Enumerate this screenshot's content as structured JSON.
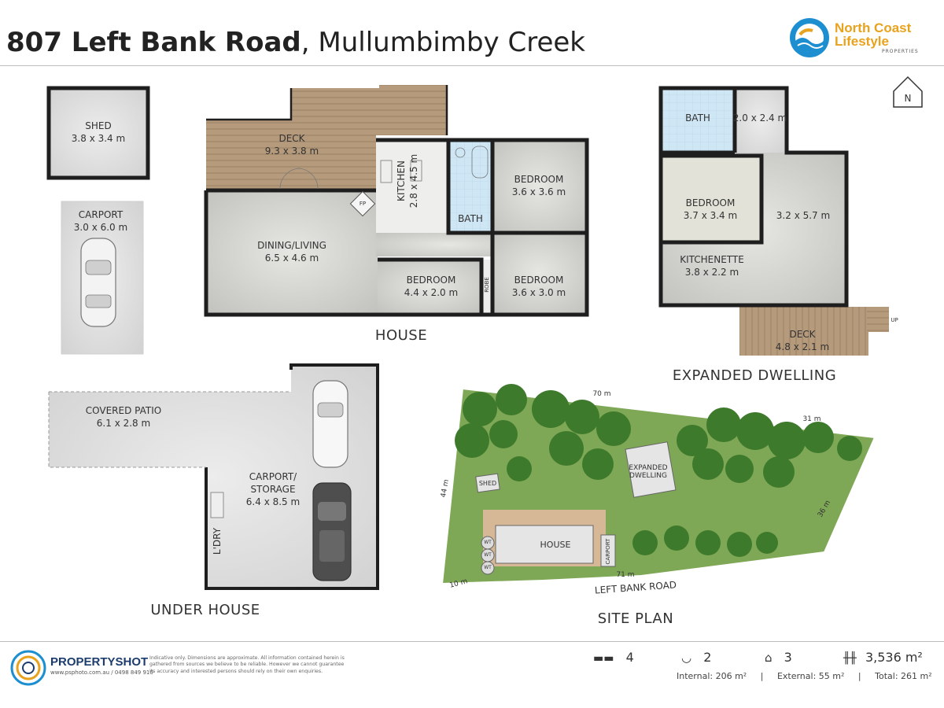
{
  "header": {
    "address_bold": "807 Left Bank Road",
    "address_light": ", Mullumbimby Creek",
    "agency_line1": "North Coast",
    "agency_line2": "Lifestyle",
    "agency_line3": "PROPERTIES",
    "north_label": "N"
  },
  "colors": {
    "floor": "#d6d6d3",
    "deck": "#b59a7c",
    "wall": "#1e1e1e",
    "bath_tile": "#cfe6f4",
    "grass": "#7ea756",
    "trees": "#3e7a2c",
    "brand_orange": "#e8a21d",
    "brand_blue": "#1d8fd1"
  },
  "house": {
    "section_label": "HOUSE",
    "rooms": [
      {
        "name": "DECK",
        "size": "9.3 x 3.8 m"
      },
      {
        "name": "KITCHEN",
        "size": "2.8 x 4.5 m"
      },
      {
        "name": "BATH",
        "size": ""
      },
      {
        "name": "BEDROOM",
        "size": "3.6 x 3.6 m"
      },
      {
        "name": "DINING/LIVING",
        "size": "6.5 x 4.6 m"
      },
      {
        "name": "BEDROOM",
        "size": "4.4 x 2.0 m"
      },
      {
        "name": "BEDROOM",
        "size": "3.6 x 3.0 m"
      },
      {
        "name": "ROBE",
        "size": ""
      },
      {
        "name": "FP",
        "size": ""
      }
    ]
  },
  "outbuildings": [
    {
      "name": "SHED",
      "size": "3.8 x 3.4 m"
    },
    {
      "name": "CARPORT",
      "size": "3.0 x 6.0 m"
    }
  ],
  "expanded": {
    "section_label": "EXPANDED DWELLING",
    "rooms": [
      {
        "name": "BATH",
        "size": ""
      },
      {
        "name": "",
        "size": "2.0 x 2.4 m"
      },
      {
        "name": "BEDROOM",
        "size": "3.7 x 3.4 m"
      },
      {
        "name": "",
        "size": "3.2 x 5.7 m"
      },
      {
        "name": "KITCHENETTE",
        "size": "3.8 x 2.2 m"
      },
      {
        "name": "DECK",
        "size": "4.8 x 2.1 m"
      },
      {
        "name": "UP",
        "size": ""
      }
    ]
  },
  "under_house": {
    "section_label": "UNDER HOUSE",
    "rooms": [
      {
        "name": "COVERED PATIO",
        "size": "6.1 x 2.8 m"
      },
      {
        "name": "CARPORT/",
        "name2": "STORAGE",
        "size": "6.4 x 8.5 m"
      },
      {
        "name": "L'DRY",
        "size": ""
      }
    ]
  },
  "site_plan": {
    "section_label": "SITE PLAN",
    "road": "LEFT BANK ROAD",
    "dims": [
      "70 m",
      "31 m",
      "36 m",
      "71 m",
      "10 m",
      "44 m"
    ],
    "buildings": [
      "SHED",
      "EXPANDED",
      "DWELLING",
      "HOUSE",
      "CARPORT"
    ],
    "tanks": [
      "WT",
      "WT",
      "WT"
    ]
  },
  "footer": {
    "brand": "PROPERTYSHOT",
    "contact": "www.psphoto.com.au / 0498 849 910",
    "disclaimer": "Indicative only.  Dimensions are approximate.  All information contained herein is gathered from sources we believe to be reliable.  However we cannot guarantee its accuracy and interested persons should rely on their own enquiries.",
    "bedrooms": "4",
    "bathrooms": "2",
    "cars": "3",
    "land": "3,536 m²",
    "internal": "Internal: 206 m²",
    "external": "External: 55 m²",
    "total": "Total: 261 m²",
    "sep": "|"
  }
}
